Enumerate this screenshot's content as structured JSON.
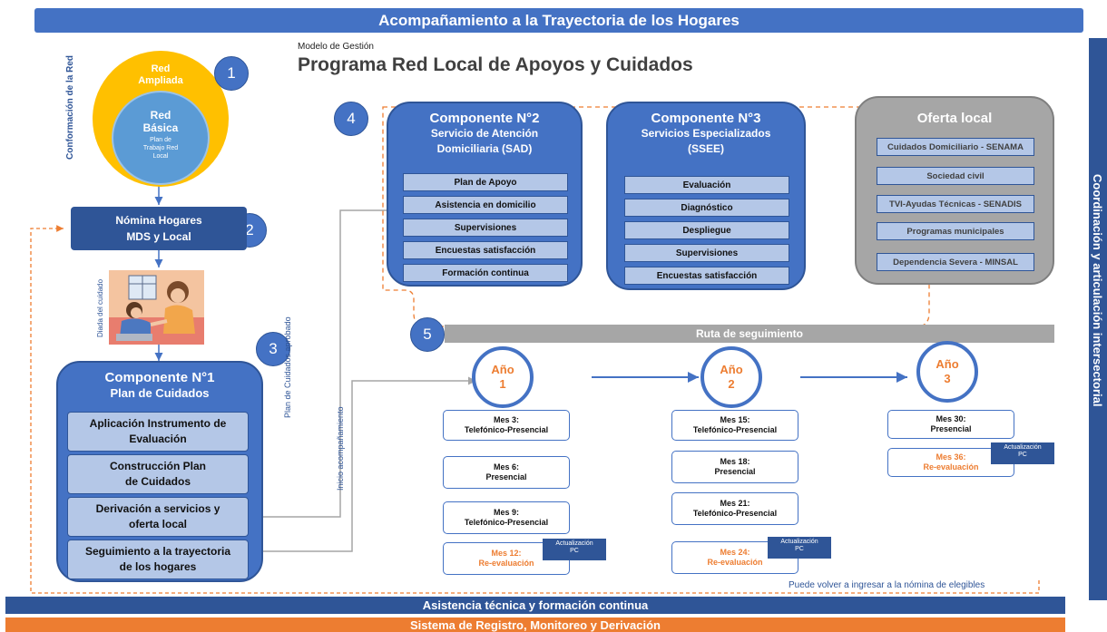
{
  "header": {
    "title": "Acompañamiento a la Trayectoria de los Hogares"
  },
  "model": {
    "subtitle": "Modelo de Gestión",
    "title": "Programa Red Local de Apoyos y Cuidados"
  },
  "side_right": {
    "label": "Coordinación y articulación intersectorial"
  },
  "red": {
    "side_label": "Conformación de la Red",
    "outer_label": "Red Ampliada",
    "inner_label": "Red Básica",
    "inner_sub": "Plan de Trabajo Red Local"
  },
  "numbers": [
    "1",
    "2",
    "3",
    "4",
    "5"
  ],
  "nomina": {
    "line1": "Nómina Hogares",
    "line2": "MDS y Local"
  },
  "diada": {
    "label": "Diada del cuidado"
  },
  "vertical_labels": {
    "plan_aprobado": "Plan de Cuidados aprobado",
    "inicio": "Inicio acompañamiento"
  },
  "comp1": {
    "title": "Componente N°1",
    "subtitle": "Plan de Cuidados",
    "items": [
      "Aplicación Instrumento de Evaluación",
      "Construcción Plan de Cuidados",
      "Derivación a servicios y oferta local",
      "Seguimiento a la trayectoria de los hogares"
    ]
  },
  "comp2": {
    "title": "Componente N°2",
    "subtitle1": "Servicio de Atención",
    "subtitle2": "Domiciliaria (SAD)",
    "items": [
      "Plan de Apoyo",
      "Asistencia en domicilio",
      "Supervisiones",
      "Encuestas satisfacción",
      "Formación continua"
    ]
  },
  "comp3": {
    "title": "Componente N°3",
    "subtitle1": "Servicios Especializados",
    "subtitle2": "(SSEE)",
    "items": [
      "Evaluación",
      "Diagnóstico",
      "Despliegue",
      "Supervisiones",
      "Encuestas satisfacción"
    ]
  },
  "oferta": {
    "title": "Oferta local",
    "items": [
      "Cuidados Domiciliario - SENAMA",
      "Sociedad civil",
      "TVI-Ayudas Técnicas - SENADIS",
      "Programas municipales",
      "Dependencia Severa - MINSAL"
    ]
  },
  "ruta": {
    "title": "Ruta de seguimiento"
  },
  "years": [
    {
      "label": "Año",
      "num": "1"
    },
    {
      "label": "Año",
      "num": "2"
    },
    {
      "label": "Año",
      "num": "3"
    }
  ],
  "months": {
    "y1": [
      {
        "a": "Mes 3:",
        "b": "Telefónico-Presencial"
      },
      {
        "a": "Mes 6:",
        "b": "Presencial"
      },
      {
        "a": "Mes 9:",
        "b": "Telefónico-Presencial"
      },
      {
        "a": "Mes 12:",
        "b": "Re-evaluación"
      }
    ],
    "y2": [
      {
        "a": "Mes 15:",
        "b": "Telefónico-Presencial"
      },
      {
        "a": "Mes 18:",
        "b": "Presencial"
      },
      {
        "a": "Mes 21:",
        "b": "Telefónico-Presencial"
      },
      {
        "a": "Mes 24:",
        "b": "Re-evaluación"
      }
    ],
    "y3": [
      {
        "a": "Mes 30:",
        "b": "Presencial"
      },
      {
        "a": "Mes 36:",
        "b": "Re-evaluación"
      }
    ]
  },
  "flag": {
    "line1": "Actualización",
    "line2": "PC"
  },
  "reingreso": "Puede volver a ingresar a la nómina de elegibles",
  "footer": {
    "line1": "Asistencia técnica y formación continua",
    "line2": "Sistema de Registro, Monitoreo y Derivación"
  },
  "colors": {
    "blue": "#4472c4",
    "dark_blue": "#2f5597",
    "orange": "#ed7d31",
    "gold": "#ffc000",
    "grey": "#a6a6a6"
  }
}
